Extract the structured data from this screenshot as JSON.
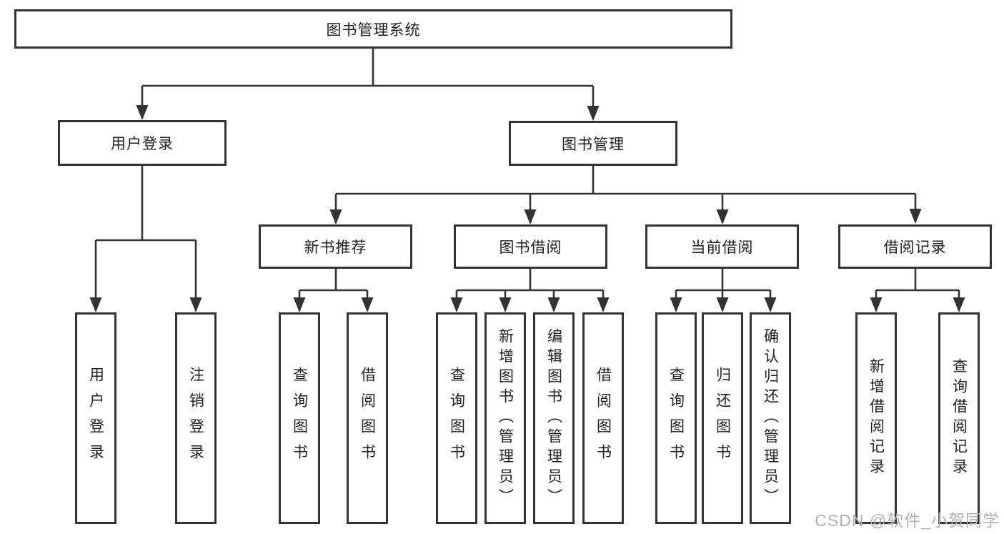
{
  "tree": {
    "root": {
      "label": "图书管理系统"
    },
    "branches": [
      {
        "label": "用户登录",
        "leaves": [
          {
            "label": "用户登录"
          },
          {
            "label": "注销登录"
          }
        ]
      },
      {
        "label": "图书管理",
        "groups": [
          {
            "label": "新书推荐",
            "leaves": [
              {
                "label": "查询图书"
              },
              {
                "label": "借阅图书"
              }
            ]
          },
          {
            "label": "图书借阅",
            "leaves": [
              {
                "label": "查询图书"
              },
              {
                "label": "新增图书（管理员）"
              },
              {
                "label": "编辑图书（管理员）"
              },
              {
                "label": "借阅图书"
              }
            ]
          },
          {
            "label": "当前借阅",
            "leaves": [
              {
                "label": "查询图书"
              },
              {
                "label": "归还图书"
              },
              {
                "label": "确认归还（管理员）"
              }
            ]
          },
          {
            "label": "借阅记录",
            "leaves": [
              {
                "label": "新增借阅记录"
              },
              {
                "label": "查询借阅记录"
              }
            ]
          }
        ]
      }
    ]
  },
  "watermark": {
    "text": "CSDN @软件_小贺同学"
  },
  "colors": {
    "line": "#333333",
    "text": "#1f1f1f",
    "box_background": "#ffffff",
    "watermark": "#b0b0b0"
  }
}
